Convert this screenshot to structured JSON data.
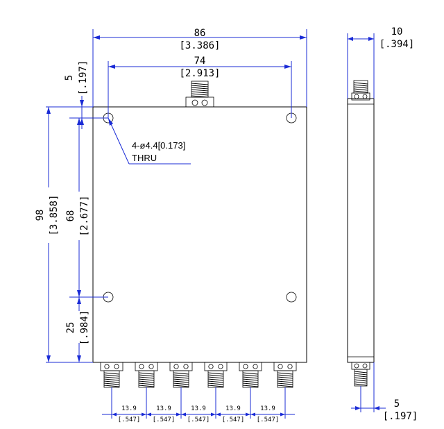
{
  "dimensions": {
    "overall_width": {
      "mm": "86",
      "in": "[3.386]"
    },
    "hole_spacing_x": {
      "mm": "74",
      "in": "[2.913]"
    },
    "top_margin": {
      "mm": "5",
      "in": "[.197]"
    },
    "overall_height": {
      "mm": "98",
      "in": "[3.858]"
    },
    "hole_spacing_y": {
      "mm": "68",
      "in": "[2.677]"
    },
    "bottom_to_hole": {
      "mm": "25",
      "in": "[.984]"
    },
    "side_thickness": {
      "mm": "10",
      "in": "[.394]"
    },
    "side_connector_offset": {
      "mm": "5",
      "in": "[.197]"
    },
    "port_pitch": {
      "mm": "13.9",
      "in": "[.547]"
    }
  },
  "hole_note": {
    "line1": "4-ø4.4[0.173]",
    "line2": "THRU"
  },
  "port_pitch_count": 5,
  "output_port_count": 6,
  "colors": {
    "dimension": "#1a2bd6",
    "outline": "#000000"
  }
}
